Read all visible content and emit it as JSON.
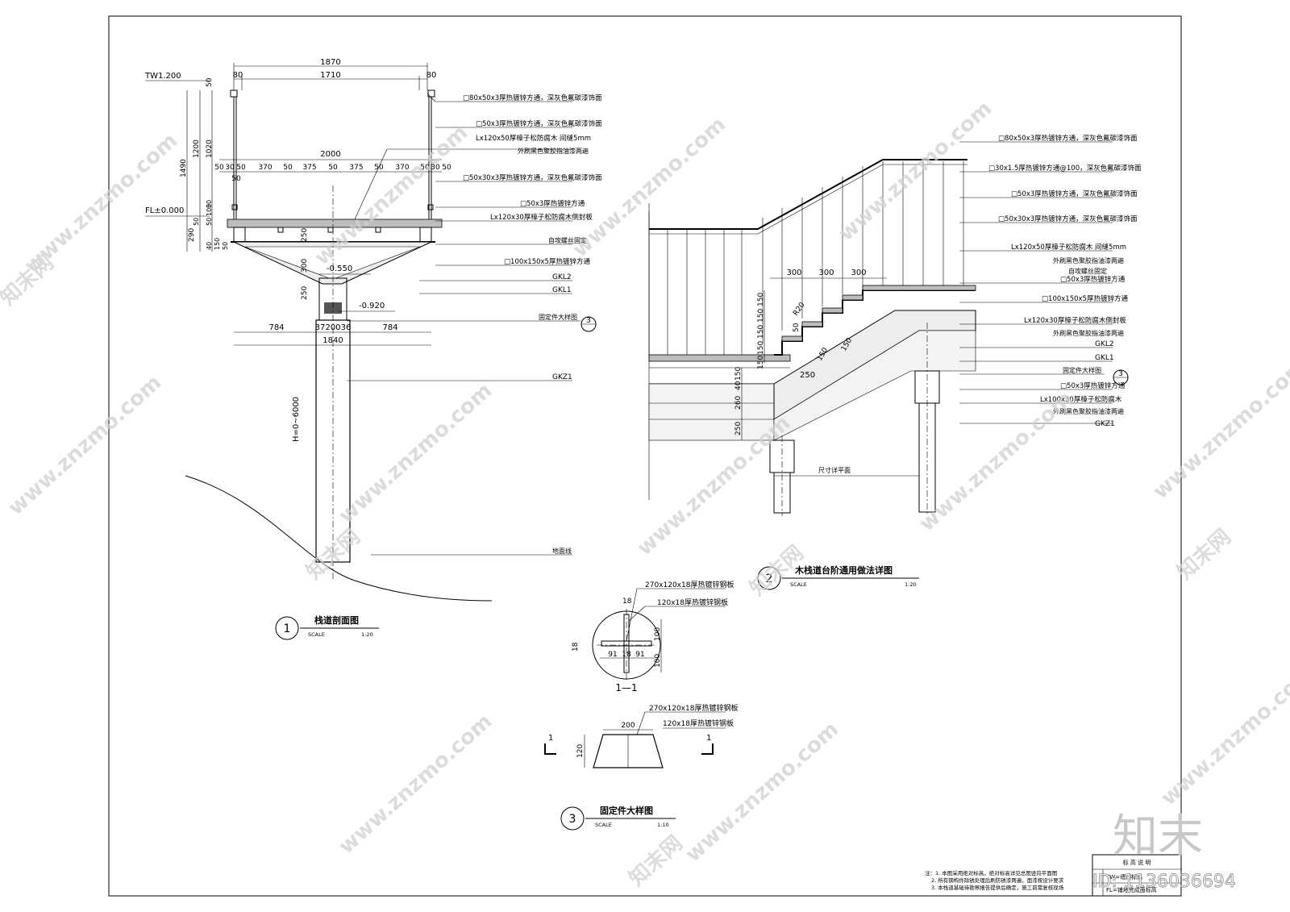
{
  "detail1": {
    "title": "栈道剖面图",
    "number": "1",
    "scale_label": "SCALE",
    "scale": "1:20",
    "dims": {
      "total_top": "1870",
      "inner_top": "1710",
      "end_left": "80",
      "end_right": "80",
      "deck_width": "2000",
      "board_row": [
        "50",
        "30",
        "50",
        "370",
        "50",
        "375",
        "50",
        "375",
        "50",
        "370",
        "50",
        "30",
        "50"
      ],
      "board_under": "50",
      "left_vertical": [
        "50",
        "1200",
        "1020",
        "1490",
        "30",
        "50",
        "100",
        "50",
        "290",
        "40",
        "150",
        "50"
      ],
      "dim_250": "250",
      "dim_300": "300",
      "dim_250b": "250",
      "bottom_row": [
        "784",
        "37",
        "200",
        "36",
        "784"
      ],
      "bottom_total": "1840",
      "column_height": "H=0~6000"
    },
    "levels": {
      "tw": "TW1.200",
      "fl": "FL±0.000",
      "lv1": "-0.550",
      "lv2": "-0.920"
    },
    "callouts": [
      "□80x50x3厚热镀锌方通，深灰色氟碳漆饰面",
      "□50x3厚热镀锌方通，深灰色氟碳漆饰面",
      "Lx120x50厚樟子松防腐木 间缝5mm",
      "外刷黑色聚胶指油漆两遍",
      "□50x30x3厚热镀锌方通，深灰色氟碳漆饰面",
      "□50x3厚热镀锌方通",
      "Lx120x30厚樟子松防腐木侧封板",
      "自攻螺丝固定",
      "□100x150x5厚热镀锌方通",
      "GKL2",
      "GKL1",
      "固定件大样图",
      "GKZ1",
      "地面线"
    ],
    "ref_mark": "3"
  },
  "detail2": {
    "title": "木栈道台阶通用做法详图",
    "number": "2",
    "scale_label": "SCALE",
    "scale": "1:20",
    "dims": {
      "treads": [
        "300",
        "300",
        "300"
      ],
      "risers": [
        "150",
        "150",
        "150",
        "150",
        "150"
      ],
      "radius": "R20",
      "d50": "50",
      "d150a": "150",
      "d150b": "150",
      "left": [
        "150",
        "40",
        "260",
        "250"
      ],
      "landing": "250",
      "plan_note": "尺寸详平面"
    },
    "callouts": [
      "□80x50x3厚热镀锌方通，深灰色氟碳漆饰面",
      "□30x1.5厚热镀锌方通@100，深灰色氟碳漆饰面",
      "□50x3厚热镀锌方通，深灰色氟碳漆饰面",
      "□50x30x3厚热镀锌方通，深灰色氟碳漆饰面",
      "Lx120x50厚樟子松防腐木 间缝5mm",
      "外刷黑色聚胶指油漆两遍",
      "自攻螺丝固定",
      "□50x3厚热镀锌方通",
      "□100x150x5厚热镀锌方通",
      "Lx120x30厚樟子松防腐木侧封板",
      "外刷黑色聚胶指油漆两遍",
      "GKL2",
      "GKL1",
      "固定件大样图",
      "□50x3厚热镀锌方通",
      "Lx100x30厚樟子松防腐木",
      "外刷黑色聚胶指油漆两遍",
      "GKZ1"
    ],
    "ref_mark": "3"
  },
  "detail3": {
    "title": "固定件大样图",
    "number": "3",
    "scale_label": "SCALE",
    "scale": "1:10",
    "section_label": "1—1",
    "section_mark": "1",
    "plate1": "270x120x18厚热镀锌钢板",
    "plate2": "120x18厚热镀锌钢板",
    "dims": {
      "d18a": "18",
      "d18b": "18",
      "d100a": "100",
      "d100b": "100",
      "bot": [
        "91",
        "18",
        "91"
      ],
      "w200": "200",
      "h120": "120"
    }
  },
  "notes": {
    "lines": [
      "注：1. 本图采用绝对标高，绝对标高详见总图竖向平面图",
      "2. 所有钢构件除锈处理后刷防锈漆两遍，面漆按设计要求",
      "3. 本栈道基础待勘察报告提供后确定，施工前需复核现场"
    ]
  },
  "legend": {
    "title": "标 高 说 明",
    "rows": [
      "TW=墙顶标高",
      "FL=铺地完成面标高"
    ]
  },
  "watermark": {
    "site": "www.znzmo.com",
    "brand_cn": "知末网",
    "logo": "知末",
    "id": "ID: 1136036694"
  }
}
